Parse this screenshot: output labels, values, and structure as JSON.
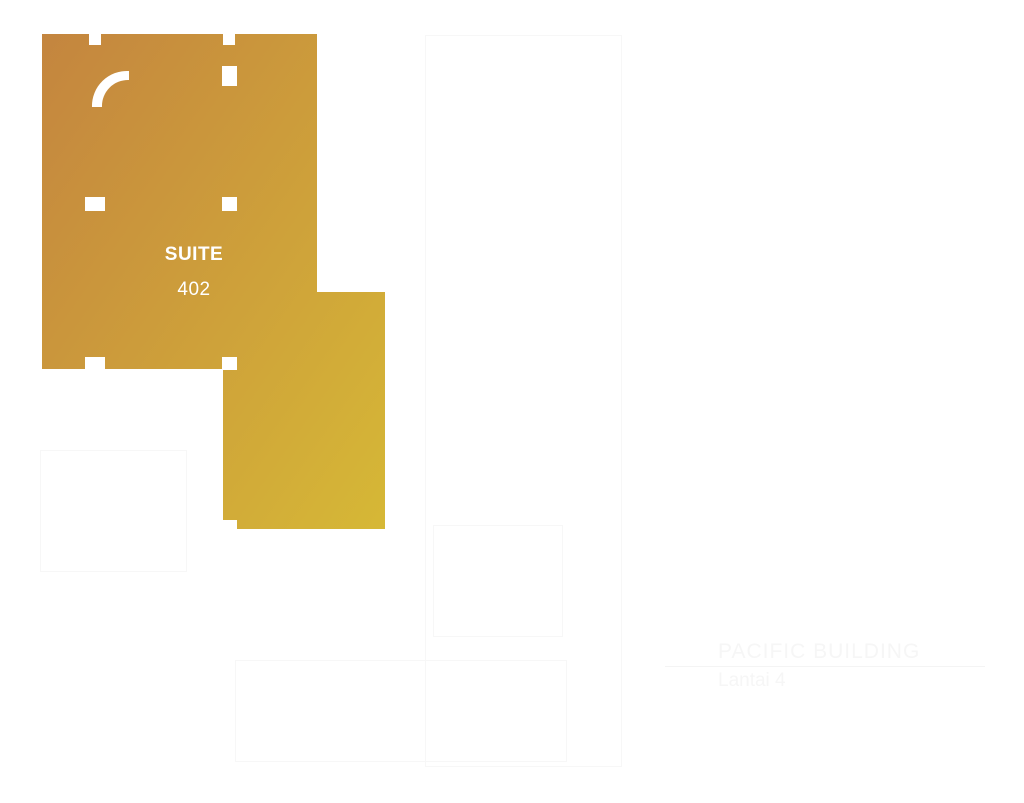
{
  "suite": {
    "name": "SUITE",
    "number": "402",
    "color_top": "#c68a42",
    "color_bottom": "#d4b236"
  },
  "building": {
    "name": "PACIFIC BUILDING",
    "floor": "Lantai 4"
  }
}
